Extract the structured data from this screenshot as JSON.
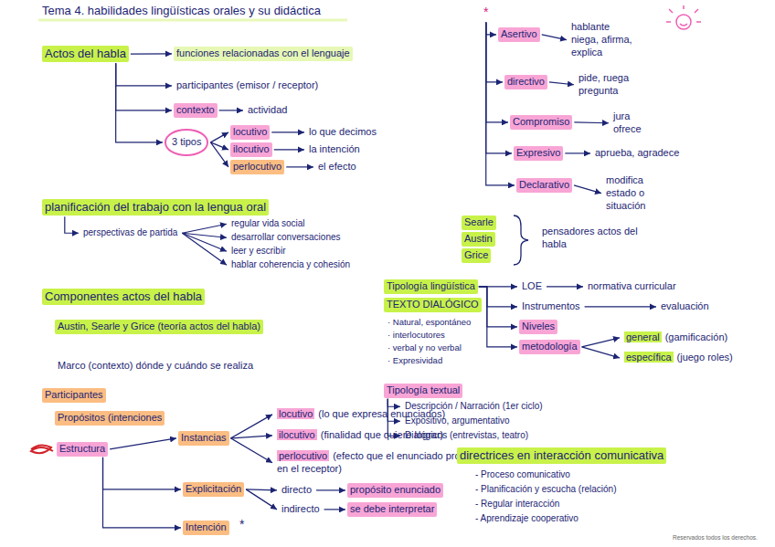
{
  "diagram": {
    "title": "Tema 4. habilidades lingüísticas orales y su didáctica",
    "nodes": [
      {
        "text": [
          "Actos del habla"
        ]
      },
      {
        "text": [
          "funciones relacionadas con el lenguaje"
        ]
      },
      {
        "text": [
          "participantes (emisor / receptor)"
        ]
      },
      {
        "text": [
          "contexto"
        ]
      },
      {
        "text": [
          "actividad"
        ]
      },
      {
        "text": [
          "3 tipos"
        ]
      },
      {
        "text": [
          "locutivo"
        ]
      },
      {
        "text": [
          "lo que decimos"
        ]
      },
      {
        "text": [
          "ilocutivo"
        ]
      },
      {
        "text": [
          "la intención"
        ]
      },
      {
        "text": [
          "perlocutivo"
        ]
      },
      {
        "text": [
          "el efecto"
        ]
      },
      {
        "text": [
          "*"
        ]
      },
      {
        "text": [
          "Asertivo"
        ]
      },
      {
        "text": [
          "hablante niega, afirma, explica"
        ]
      },
      {
        "text": [
          "directivo"
        ]
      },
      {
        "text": [
          "pide, ruega pregunta"
        ]
      },
      {
        "text": [
          "Compromiso"
        ]
      },
      {
        "text": [
          "jura ofrece"
        ]
      },
      {
        "text": [
          "Expresivo"
        ]
      },
      {
        "text": [
          "aprueba, agradece"
        ]
      },
      {
        "text": [
          "Declarativo"
        ]
      },
      {
        "text": [
          "modifica estado o situación"
        ]
      },
      {
        "text": [
          "Searle"
        ]
      },
      {
        "text": [
          "Austin"
        ]
      },
      {
        "text": [
          "Grice"
        ]
      },
      {
        "text": [
          "pensadores actos del habla"
        ]
      },
      {
        "text": [
          "planificación del trabajo con la lengua oral"
        ]
      },
      {
        "text": [
          "perspectivas de partida"
        ]
      },
      {
        "text": [
          "regular vida social"
        ]
      },
      {
        "text": [
          "desarrollar conversaciones"
        ]
      },
      {
        "text": [
          "leer y escribir"
        ]
      },
      {
        "text": [
          "hablar coherencia y cohesión"
        ]
      },
      {
        "text": [
          "Componentes actos del habla"
        ]
      },
      {
        "text": [
          "Austin, Searle y Grice (teoría actos del habla)"
        ]
      },
      {
        "text": [
          "Marco (contexto) dónde y cuándo se realiza"
        ]
      },
      {
        "text": [
          "Participantes"
        ]
      },
      {
        "text": [
          "Propósitos (intenciones"
        ]
      },
      {
        "text": [
          "Estructura"
        ]
      },
      {
        "text": [
          "Instancias"
        ]
      },
      {
        "text": [
          "locutivo",
          "(lo que expresa enunciados)"
        ]
      },
      {
        "text": [
          "ilocutivo",
          "(finalidad que quiere lograr)"
        ]
      },
      {
        "text": [
          "perlocutivo",
          "(efecto que el enunciado produce en el receptor)"
        ]
      },
      {
        "text": [
          "Explicitación"
        ]
      },
      {
        "text": [
          "directo"
        ]
      },
      {
        "text": [
          "propósito enunciado"
        ]
      },
      {
        "text": [
          "indirecto"
        ]
      },
      {
        "text": [
          "se debe interpretar"
        ]
      },
      {
        "text": [
          "Intención"
        ]
      },
      {
        "text": [
          "Tipología lingüística"
        ]
      },
      {
        "text": [
          "TEXTO DIALÓGICO"
        ]
      },
      {
        "text": [
          "LOE"
        ]
      },
      {
        "text": [
          "normativa curricular"
        ]
      },
      {
        "text": [
          "Instrumentos"
        ]
      },
      {
        "text": [
          "evaluación"
        ]
      },
      {
        "text": [
          "Niveles"
        ]
      },
      {
        "text": [
          "metodología"
        ]
      },
      {
        "text": [
          "general",
          "(gamificación)"
        ]
      },
      {
        "text": [
          "específica",
          "(juego roles)"
        ]
      },
      {
        "text": [
          "Tipología textual"
        ]
      },
      {
        "text": [
          "Descripción / Narración (1er ciclo)"
        ]
      },
      {
        "text": [
          "Expositivo, argumentativo"
        ]
      },
      {
        "text": [
          "Dialógicos (entrevistas, teatro)"
        ]
      },
      {
        "text": [
          "directrices en interacción comunicativa"
        ]
      }
    ],
    "edges": [
      {
        "from": 0,
        "to": 1,
        "arrow": "to"
      },
      {
        "from": 0,
        "to": 2,
        "arrow": "to"
      },
      {
        "from": 0,
        "to": 3,
        "arrow": "to"
      },
      {
        "from": 0,
        "to": 5,
        "arrow": "to"
      },
      {
        "from": 3,
        "to": 4,
        "arrow": "to"
      },
      {
        "from": 5,
        "to": 6,
        "arrow": "to"
      },
      {
        "from": 5,
        "to": 8,
        "arrow": "to"
      },
      {
        "from": 5,
        "to": 10,
        "arrow": "to"
      },
      {
        "from": 6,
        "to": 7,
        "arrow": "to"
      },
      {
        "from": 8,
        "to": 9,
        "arrow": "to"
      },
      {
        "from": 10,
        "to": 11,
        "arrow": "to"
      },
      {
        "from": 12,
        "to": 13,
        "arrow": "to"
      },
      {
        "from": 12,
        "to": 15,
        "arrow": "to"
      },
      {
        "from": 12,
        "to": 17,
        "arrow": "to"
      },
      {
        "from": 12,
        "to": 19,
        "arrow": "to"
      },
      {
        "from": 12,
        "to": 21,
        "arrow": "to"
      },
      {
        "from": 13,
        "to": 14,
        "arrow": "to"
      },
      {
        "from": 15,
        "to": 16,
        "arrow": "to"
      },
      {
        "from": 17,
        "to": 18,
        "arrow": "to"
      },
      {
        "from": 19,
        "to": 20,
        "arrow": "to"
      },
      {
        "from": 21,
        "to": 22,
        "arrow": "to"
      },
      {
        "from": 27,
        "to": 28,
        "arrow": "to"
      },
      {
        "from": 28,
        "to": 29,
        "arrow": "to"
      },
      {
        "from": 28,
        "to": 30,
        "arrow": "to"
      },
      {
        "from": 28,
        "to": 31,
        "arrow": "to"
      },
      {
        "from": 28,
        "to": 32,
        "arrow": "to"
      },
      {
        "from": 38,
        "to": 39,
        "arrow": "to"
      },
      {
        "from": 38,
        "to": 43,
        "arrow": "to"
      },
      {
        "from": 38,
        "to": 48,
        "arrow": "to"
      },
      {
        "from": 39,
        "to": 40,
        "arrow": "to"
      },
      {
        "from": 39,
        "to": 41,
        "arrow": "to"
      },
      {
        "from": 39,
        "to": 42,
        "arrow": "to"
      },
      {
        "from": 43,
        "to": 44,
        "arrow": "to"
      },
      {
        "from": 43,
        "to": 46,
        "arrow": "to"
      },
      {
        "from": 44,
        "to": 45,
        "arrow": "to"
      },
      {
        "from": 46,
        "to": 47,
        "arrow": "to"
      },
      {
        "from": 49,
        "to": 51,
        "arrow": "to"
      },
      {
        "from": 49,
        "to": 53,
        "arrow": "to"
      },
      {
        "from": 49,
        "to": 55,
        "arrow": "to"
      },
      {
        "from": 49,
        "to": 56,
        "arrow": "to"
      },
      {
        "from": 51,
        "to": 52,
        "arrow": "to"
      },
      {
        "from": 53,
        "to": 54,
        "arrow": "to"
      },
      {
        "from": 56,
        "to": 57,
        "arrow": "to"
      },
      {
        "from": 56,
        "to": 58,
        "arrow": "to"
      },
      {
        "from": 59,
        "to": 60,
        "arrow": "to"
      },
      {
        "from": 59,
        "to": 61,
        "arrow": "to"
      },
      {
        "from": 59,
        "to": 62,
        "arrow": "to"
      }
    ],
    "labels": [
      "· Natural, espontáneo",
      "· interlocutores",
      "· verbal y no verbal",
      "· Expresividad",
      "*",
      "- Proceso comunicativo",
      "- Planificación y escucha (relación)",
      "- Regular interacción",
      "- Aprendizaje cooperativo",
      "Reservados todos los derechos."
    ]
  }
}
